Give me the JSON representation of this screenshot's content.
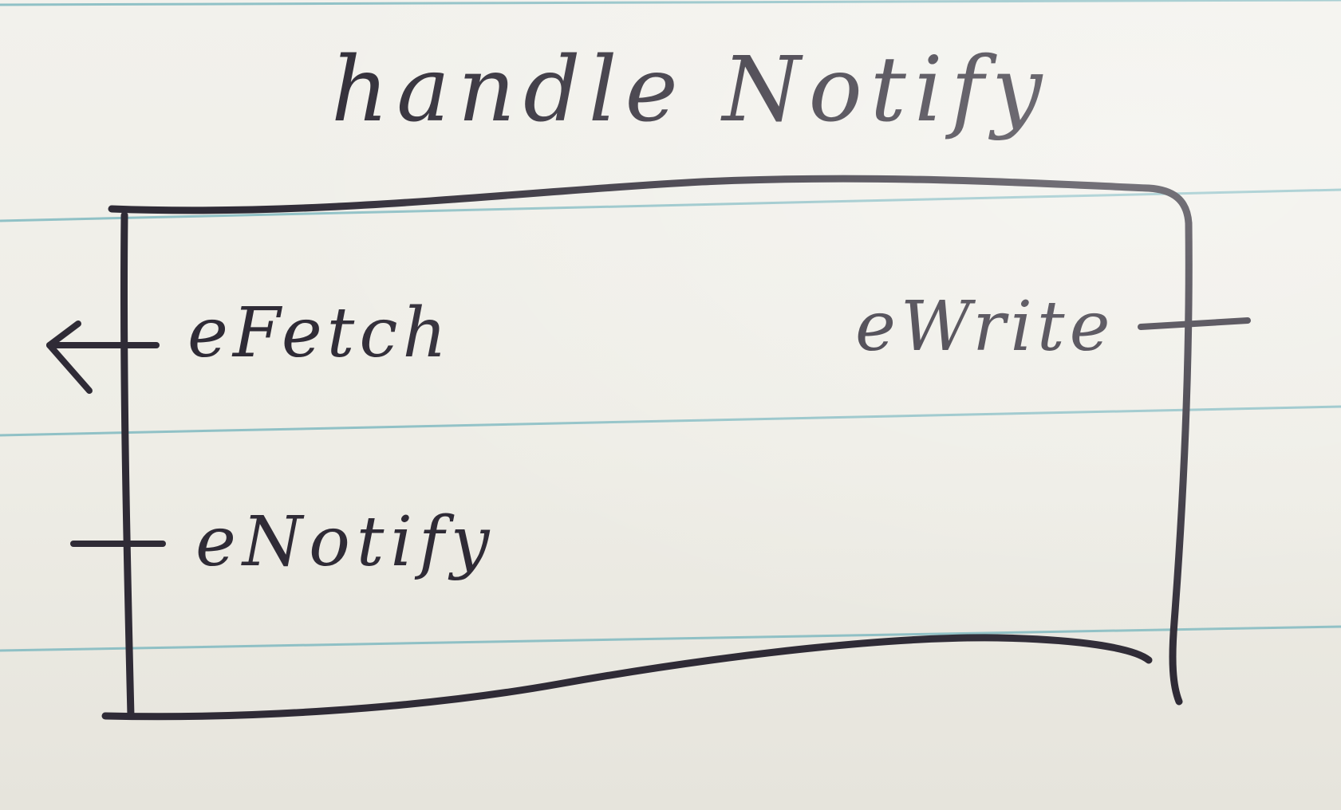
{
  "diagram": {
    "title": "handle Notify",
    "ports": {
      "left": [
        {
          "label": "eFetch",
          "direction": "out"
        },
        {
          "label": "eNotify",
          "direction": "in"
        }
      ],
      "right": [
        {
          "label": "eWrite",
          "direction": "out"
        }
      ]
    },
    "colors": {
      "ink": "#2f2b36",
      "rule_line": "#7fb8c0",
      "paper": "#eeede6"
    }
  }
}
